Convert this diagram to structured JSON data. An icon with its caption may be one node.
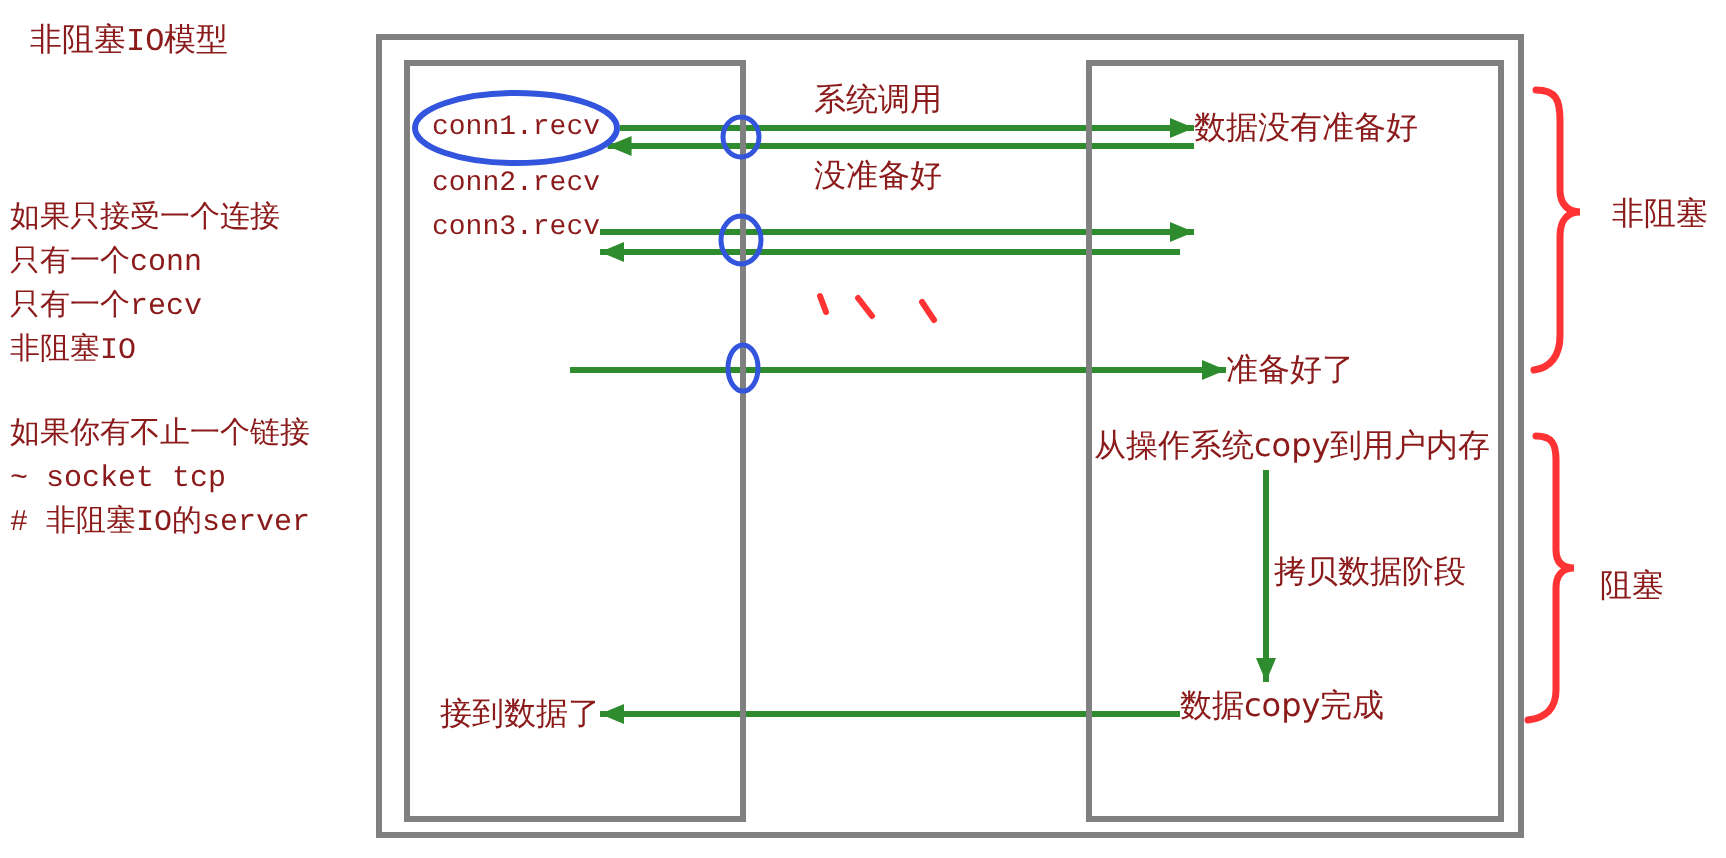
{
  "diagram": {
    "title": "非阻塞IO模型",
    "nodes": [
      {
        "text": [],
        "shape": "box"
      },
      {
        "text": [],
        "shape": "box",
        "in": 0
      },
      {
        "text": [],
        "shape": "box",
        "in": 0
      },
      {
        "text": [
          "conn1.recv"
        ],
        "in": 1
      },
      {
        "text": [
          "数据没有准备好"
        ],
        "in": 2
      },
      {
        "text": [
          "conn3.recv"
        ],
        "in": 1
      },
      {
        "text": [
          "准备好了"
        ],
        "in": 2
      },
      {
        "text": [
          "从操作系统copy到用户内存"
        ],
        "in": 2
      },
      {
        "text": [
          "数据copy完成"
        ],
        "in": 2
      },
      {
        "text": [
          "接到数据了"
        ],
        "in": 1
      }
    ],
    "edges": [
      {
        "from": 3,
        "to": 4,
        "arrow": "to",
        "label": "系统调用"
      },
      {
        "from": 4,
        "to": 3,
        "arrow": "to",
        "label": "没准备好"
      },
      {
        "from": 5,
        "to": null,
        "arrow": "to"
      },
      {
        "from": null,
        "to": 5,
        "arrow": "to"
      },
      {
        "from": null,
        "to": 6,
        "arrow": "to"
      },
      {
        "from": 7,
        "to": 8,
        "arrow": "to",
        "label": "拷贝数据阶段"
      },
      {
        "from": 8,
        "to": 9,
        "arrow": "to"
      }
    ],
    "labels": [
      "如果只接受一个连接",
      "只有一个conn",
      "只有一个recv",
      "非阻塞IO",
      "如果你有不止一个链接",
      "~ socket tcp",
      "# 非阻塞IO的server",
      "conn2.recv",
      "非阻塞",
      "阻塞"
    ]
  }
}
